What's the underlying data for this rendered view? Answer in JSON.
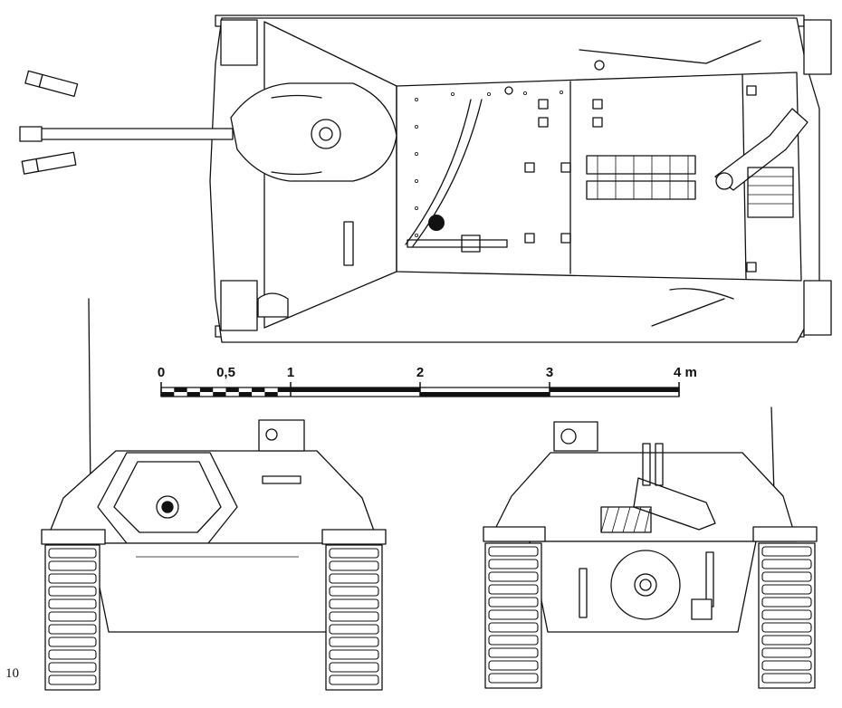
{
  "scale_bar": {
    "labels": [
      "0",
      "0,5",
      "1",
      "2",
      "3",
      "4 m"
    ],
    "positions_m": [
      0,
      0.5,
      1,
      2,
      3,
      4
    ]
  },
  "page_number": "10"
}
